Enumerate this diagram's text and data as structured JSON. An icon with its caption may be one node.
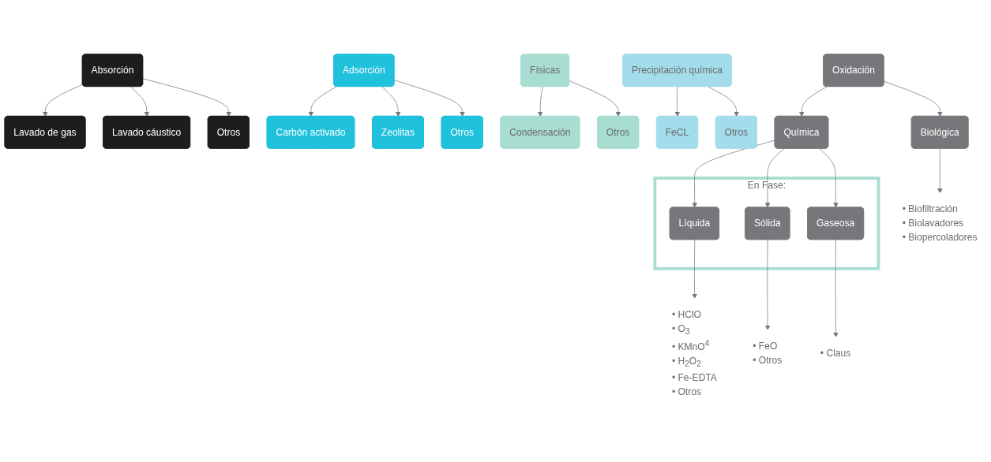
{
  "diagram": {
    "nodes": [
      {
        "text": [
          "Absorción"
        ]
      },
      {
        "text": [
          "Lavado de gas"
        ]
      },
      {
        "text": [
          "Lavado cáustico"
        ]
      },
      {
        "text": [
          "Otros"
        ]
      },
      {
        "text": [
          "Adsorción"
        ]
      },
      {
        "text": [
          "Carbón activado"
        ]
      },
      {
        "text": [
          "Zeolitas"
        ]
      },
      {
        "text": [
          "Otros"
        ]
      },
      {
        "text": [
          "Físicas"
        ]
      },
      {
        "text": [
          "Condensación"
        ]
      },
      {
        "text": [
          "Otros"
        ]
      },
      {
        "text": [
          "Precipitación química"
        ]
      },
      {
        "text": [
          "FeCL"
        ]
      },
      {
        "text": [
          "Otros"
        ]
      },
      {
        "text": [
          "Oxidación"
        ]
      },
      {
        "text": [
          "Química"
        ]
      },
      {
        "text": [
          "Biológica"
        ]
      },
      {
        "text": [
          "• Biofiltración",
          "• Biolavadores",
          "• Biopercoladores"
        ]
      },
      {
        "text": [
          "En Fase:"
        ]
      },
      {
        "text": [
          "Líquida"
        ],
        "in": 18
      },
      {
        "text": [
          "Sólida"
        ],
        "in": 18
      },
      {
        "text": [
          "Gaseosa"
        ],
        "in": 18
      },
      {
        "text": [
          "• HClO",
          "• O$_{3}$",
          "• KMnO$^{4}$",
          "• H$_{2}$O$_{2}$",
          "• Fe-EDTA",
          "• Otros"
        ]
      },
      {
        "text": [
          "• FeO",
          "• Otros"
        ]
      },
      {
        "text": [
          "• Claus"
        ]
      }
    ],
    "edges": [
      {
        "from": 0,
        "to": 1,
        "arrow": "to"
      },
      {
        "from": 0,
        "to": 2,
        "arrow": "to"
      },
      {
        "from": 0,
        "to": 3,
        "arrow": "to"
      },
      {
        "from": 4,
        "to": 5,
        "arrow": "to"
      },
      {
        "from": 4,
        "to": 6,
        "arrow": "to"
      },
      {
        "from": 4,
        "to": 7,
        "arrow": "to"
      },
      {
        "from": 8,
        "to": 9,
        "arrow": "to"
      },
      {
        "from": 8,
        "to": 10,
        "arrow": "to"
      },
      {
        "from": 11,
        "to": 12,
        "arrow": "to"
      },
      {
        "from": 11,
        "to": 13,
        "arrow": "to"
      },
      {
        "from": 14,
        "to": 15,
        "arrow": "to"
      },
      {
        "from": 14,
        "to": 16,
        "arrow": "to"
      },
      {
        "from": 16,
        "to": 17,
        "arrow": "to"
      },
      {
        "from": 15,
        "to": 19,
        "arrow": "to"
      },
      {
        "from": 15,
        "to": 20,
        "arrow": "to"
      },
      {
        "from": 15,
        "to": 21,
        "arrow": "to"
      },
      {
        "from": 19,
        "to": 22,
        "arrow": "to"
      },
      {
        "from": 20,
        "to": 23,
        "arrow": "to"
      },
      {
        "from": 21,
        "to": 24,
        "arrow": "to"
      }
    ]
  }
}
